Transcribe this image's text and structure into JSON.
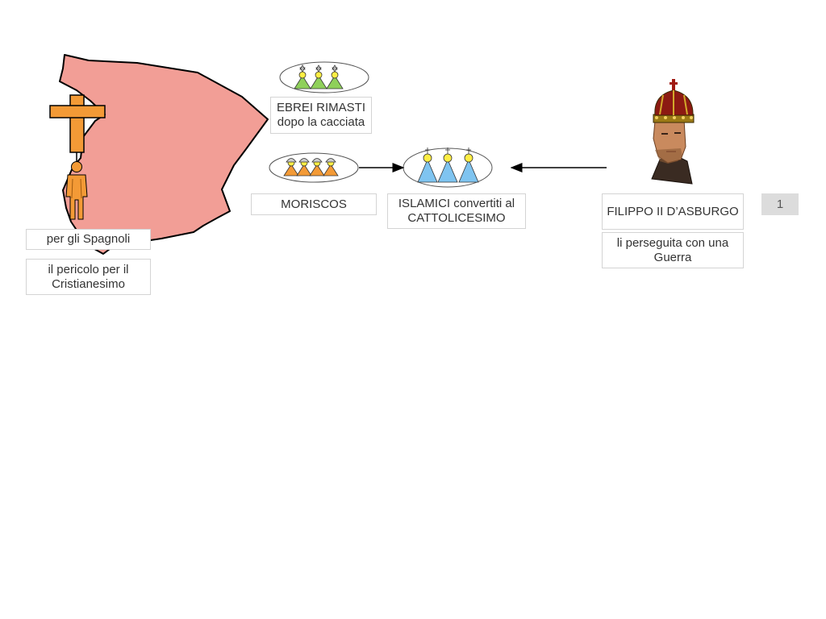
{
  "colors": {
    "spain_map": "#f29e96",
    "cross": "#f39a36",
    "jews_group": "#8fd05a",
    "moriscos_group": "#f39a36",
    "converts_group": "#7fc4f0",
    "head_yellow": "#ffee44",
    "slide_badge_bg": "#dcdcdc"
  },
  "icons": {
    "map": "spain-map-icon",
    "cross": "crucifix-icon",
    "person": "person-icon",
    "jews": "star-of-david-people-icon",
    "moriscos": "turban-people-icon",
    "converts": "cross-people-icon",
    "king": "philip-ii-portrait-icon"
  },
  "labels": {
    "ebrei": "EBREI RIMASTI\ndopo la cacciata",
    "moriscos": "MORISCOS",
    "islamici": "ISLAMICI convertiti al CATTOLICESIMO",
    "filippo": "FILIPPO II D’ASBURGO",
    "persecuzione": "li perseguita con una Guerra",
    "spagnoli": "per gli Spagnoli",
    "pericolo": "il pericolo per il Cristianesimo"
  },
  "slide_number": "1"
}
